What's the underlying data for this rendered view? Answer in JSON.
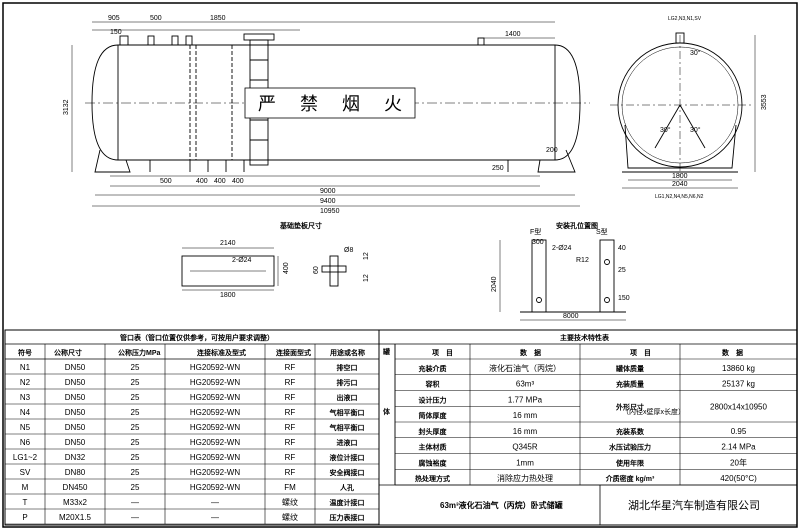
{
  "front_view": {
    "dims_top": [
      "905",
      "500",
      "1850",
      "150",
      "1400"
    ],
    "dims_bottom": [
      "500",
      "400",
      "400",
      "400",
      "250",
      "200"
    ],
    "dims_overall": [
      "9000",
      "9400",
      "10950"
    ],
    "height": "3132",
    "warning": [
      "严",
      "禁",
      "烟",
      "火"
    ]
  },
  "side_view": {
    "height": "3553",
    "widths": [
      "1800",
      "2040"
    ],
    "angles": [
      "30°",
      "30°",
      "30°"
    ],
    "top_tag": "LG2,N3,N1,SV",
    "bottom_tag": "LG1,N2,N4,N5,N6,N2"
  },
  "base_plate": {
    "title": "基础垫板尺寸",
    "width": "2140",
    "inner": "1800",
    "holes": "2-Ø24",
    "height": "400",
    "bolt_d": "Ø8",
    "bolt_len": "60",
    "thick_a": "12",
    "thick_b": "12"
  },
  "install": {
    "title": "安装孔位置图",
    "f_label": "F型",
    "s_label": "S型",
    "dim_a": "300",
    "holes": "2-Ø24",
    "dim_b": "40",
    "radius": "R12",
    "dim_c": "25",
    "height": "2040",
    "dim_d": "150",
    "length": "8000"
  },
  "nozzle_table": {
    "title": "管口表（管口位置仅供参考，可按用户要求调整）",
    "headers": [
      "符号",
      "公称尺寸",
      "公称压力MPa",
      "连接标准及型式",
      "连接面型式",
      "用途或名称"
    ],
    "rows": [
      [
        "N1",
        "DN50",
        "25",
        "HG20592-WN",
        "RF",
        "排空口"
      ],
      [
        "N2",
        "DN50",
        "25",
        "HG20592-WN",
        "RF",
        "排污口"
      ],
      [
        "N3",
        "DN50",
        "25",
        "HG20592-WN",
        "RF",
        "出液口"
      ],
      [
        "N4",
        "DN50",
        "25",
        "HG20592-WN",
        "RF",
        "气相平衡口"
      ],
      [
        "N5",
        "DN50",
        "25",
        "HG20592-WN",
        "RF",
        "气相平衡口"
      ],
      [
        "N6",
        "DN50",
        "25",
        "HG20592-WN",
        "RF",
        "进液口"
      ],
      [
        "LG1~2",
        "DN32",
        "25",
        "HG20592-WN",
        "RF",
        "液位计接口"
      ],
      [
        "SV",
        "DN80",
        "25",
        "HG20592-WN",
        "RF",
        "安全阀接口"
      ],
      [
        "M",
        "DN450",
        "25",
        "HG20592-WN",
        "FM",
        "人孔"
      ],
      [
        "T",
        "M33x2",
        "—",
        "—",
        "螺纹",
        "温度计接口"
      ],
      [
        "P",
        "M20X1.5",
        "—",
        "—",
        "螺纹",
        "压力表接口"
      ]
    ]
  },
  "spec_table": {
    "title": "主要技术特性表",
    "side_label": [
      "罐",
      "体"
    ],
    "headers": [
      "项　目",
      "数　据",
      "项　目",
      "数　据"
    ],
    "rows": [
      [
        "充装介质",
        "液化石油气（丙烷）",
        "罐体质量",
        "13860 kg"
      ],
      [
        "容积",
        "63m³",
        "充装质量",
        "25137 kg"
      ],
      [
        "设计压力",
        "1.77 MPa",
        "外形尺寸",
        "2800x14x10950"
      ],
      [
        "简体厚度",
        "16 mm",
        "",
        ""
      ],
      [
        "封头厚度",
        "16 mm",
        "充装系数",
        "0.95"
      ],
      [
        "主体材质",
        "Q345R",
        "水压试验压力",
        "2.14 MPa"
      ],
      [
        "腐蚀裕度",
        "1mm",
        "使用年限",
        "20年"
      ],
      [
        "热处理方式",
        "消除应力热处理",
        "介质密度 kg/m³",
        "420(50°C)"
      ]
    ],
    "size_note": "（内径x壁厚x长度）",
    "footer_left": "63m³液化石油气（丙烷）卧式储罐",
    "footer_right": "湖北华星汽车制造有限公司"
  }
}
